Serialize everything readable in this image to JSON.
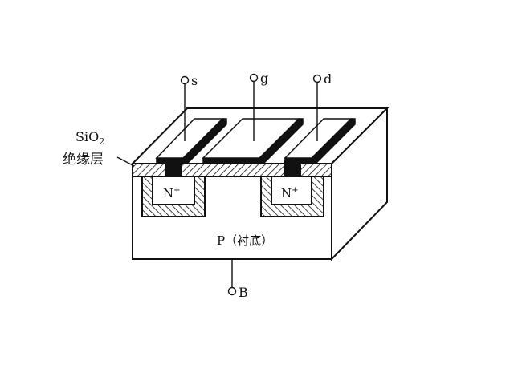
{
  "labels": {
    "source": "s",
    "gate": "g",
    "drain": "d",
    "body": "B",
    "oxide_formula": "SiO",
    "oxide_subscript": "2",
    "insulator": "绝缘层",
    "n_left": "N",
    "n_right": "N",
    "n_sup": "+",
    "substrate": "P（衬底）"
  },
  "colors": {
    "line": "#111111",
    "fill": "#ffffff"
  }
}
